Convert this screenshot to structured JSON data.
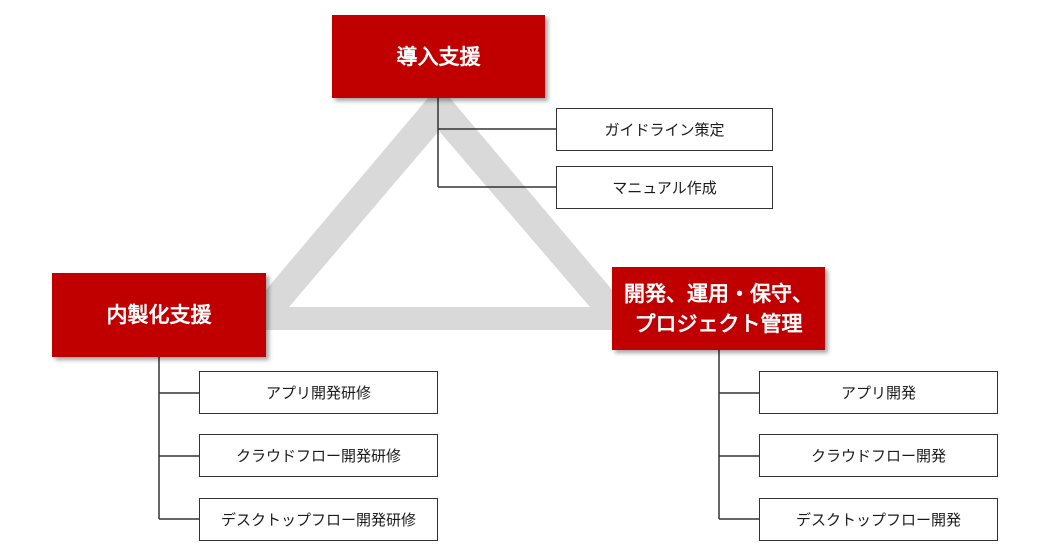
{
  "colors": {
    "main_box": "#c00000",
    "triangle": "#d9d9d9",
    "connector": "#333333",
    "sub_box_border": "#333333"
  },
  "nodes": {
    "top": {
      "title": "導入支援",
      "items": [
        "ガイドライン策定",
        "マニュアル作成"
      ]
    },
    "left": {
      "title": "内製化支援",
      "items": [
        "アプリ開発研修",
        "クラウドフロー開発研修",
        "デスクトップフロー開発研修"
      ]
    },
    "right": {
      "title": "開発、運用・保守、\nプロジェクト管理",
      "items": [
        "アプリ開発",
        "クラウドフロー開発",
        "デスクトップフロー開発"
      ]
    }
  }
}
